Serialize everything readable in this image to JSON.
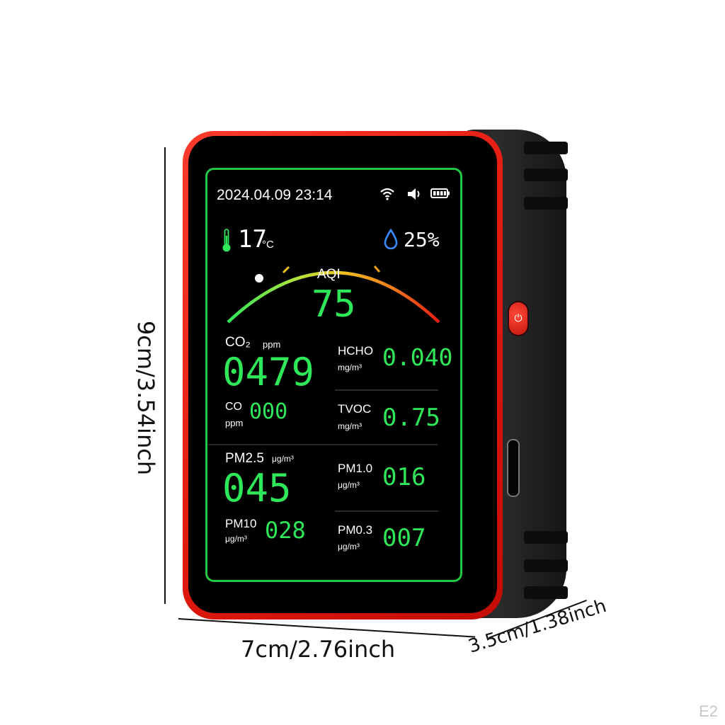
{
  "dimensions": {
    "height": "9cm/3.54inch",
    "width": "7cm/2.76inch",
    "depth": "3.5cm/1.38inch"
  },
  "screen": {
    "datetime": "2024.04.09 23:14",
    "temperature": {
      "value": "17",
      "unit": "°C"
    },
    "humidity": {
      "value": "25%"
    },
    "aqi": {
      "label": "AQI",
      "value": "75"
    },
    "readings": {
      "co2": {
        "label": "CO₂",
        "unit": "ppm",
        "value": "0479"
      },
      "hcho": {
        "label": "HCHO",
        "unit": "mg/m³",
        "value": "0.040"
      },
      "co": {
        "label": "CO",
        "unit": "ppm",
        "value": "000"
      },
      "tvoc": {
        "label": "TVOC",
        "unit": "mg/m³",
        "value": "0.75"
      },
      "pm25": {
        "label": "PM2.5",
        "unit": "μg/m³",
        "value": "045"
      },
      "pm10_fine": {
        "label": "PM1.0",
        "unit": "μg/m³",
        "value": "016"
      },
      "pm10": {
        "label": "PM10",
        "unit": "μg/m³",
        "value": "028"
      },
      "pm03": {
        "label": "PM0.3",
        "unit": "μg/m³",
        "value": "007"
      }
    }
  },
  "icons": [
    "wifi-icon",
    "speaker-icon",
    "battery-icon",
    "thermometer-icon",
    "water-drop-icon",
    "power-icon"
  ],
  "watermark": "E2",
  "colors": {
    "frame": "#e21a10",
    "screen_border": "#22c845",
    "digits": "#2ee85a"
  }
}
